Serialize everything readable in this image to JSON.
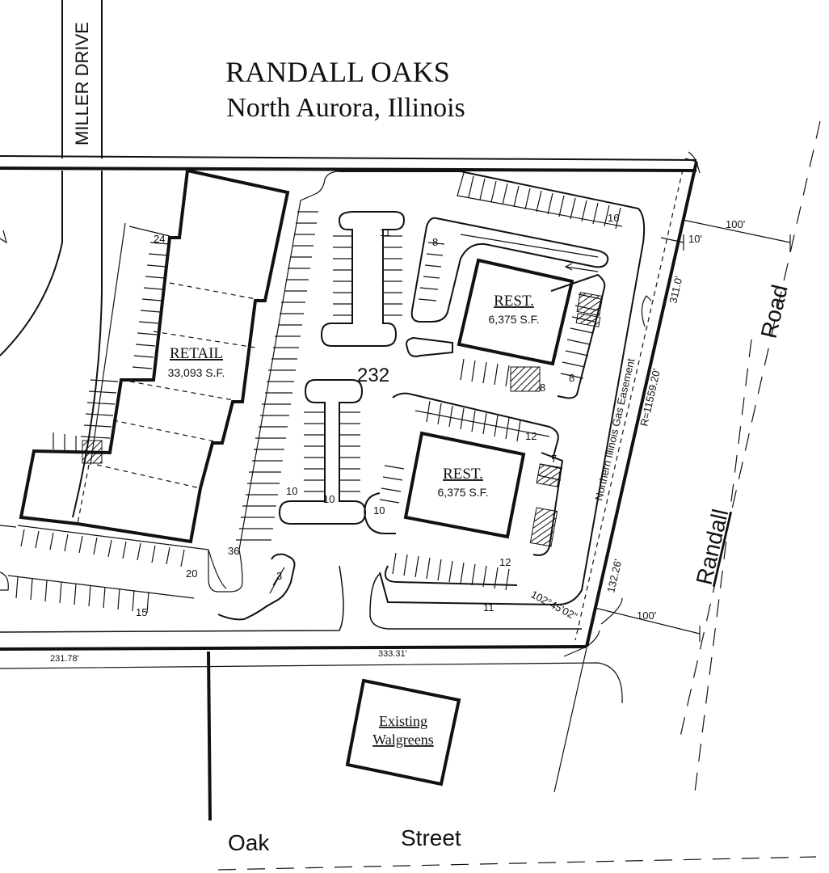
{
  "title": "RANDALL OAKS",
  "subtitle": "North Aurora, Illinois",
  "streets": {
    "miller": "MILLER DRIVE",
    "oak": "Oak",
    "street": "Street",
    "road": "Road",
    "randall": "Randall"
  },
  "buildings": {
    "retail": {
      "name": "RETAIL",
      "area": "33,093 S.F."
    },
    "rest1": {
      "name": "REST.",
      "area": "6,375 S.F."
    },
    "rest2": {
      "name": "REST.",
      "area": "6,375 S.F."
    },
    "walgreens_1": "Existing",
    "walgreens_2": "Walgreens"
  },
  "easement": "Northern Illinois Gas Easement",
  "dimensions": {
    "d100_top": "100'",
    "d10": "10'",
    "d311": "311.0'",
    "radius": "R=11559.20'",
    "d13226": "132.26'",
    "d100_bottom": "100'",
    "angle": "102°45'02\"",
    "d23178": "231.78'",
    "d33331": "333.31'"
  },
  "total_spaces": "232",
  "space_counts": {
    "c24": "24",
    "c36": "36",
    "c20": "20",
    "c15": "15",
    "c3": "3",
    "c10a": "10",
    "c10b": "10",
    "c10c": "10",
    "c11a": "11",
    "c8a": "8",
    "c16": "16",
    "c8b": "8",
    "c8c": "8",
    "c12a": "12",
    "c7": "7",
    "c12b": "12",
    "c11b": "11"
  }
}
